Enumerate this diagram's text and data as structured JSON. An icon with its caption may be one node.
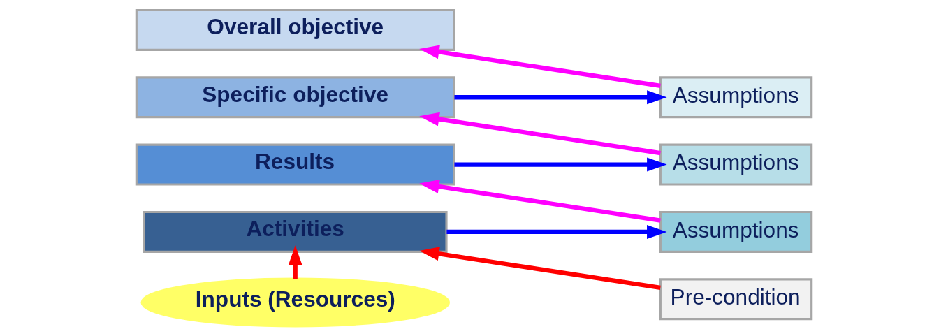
{
  "diagram": {
    "nodes": [
      {
        "text": [
          "Overall objective"
        ]
      },
      {
        "text": [
          "Specific objective"
        ]
      },
      {
        "text": [
          "Results"
        ]
      },
      {
        "text": [
          "Activities"
        ]
      },
      {
        "text": [
          "Inputs (Resources)"
        ]
      },
      {
        "text": [
          "Assumptions"
        ]
      },
      {
        "text": [
          "Assumptions"
        ]
      },
      {
        "text": [
          "Assumptions"
        ]
      },
      {
        "text": [
          "Pre-condition"
        ]
      }
    ],
    "edges": [
      {
        "from": 5,
        "to": 0,
        "arrow": "to",
        "color": "#ff00ff"
      },
      {
        "from": 1,
        "to": 5,
        "arrow": "to",
        "color": "#0000ff"
      },
      {
        "from": 6,
        "to": 1,
        "arrow": "to",
        "color": "#ff00ff"
      },
      {
        "from": 2,
        "to": 6,
        "arrow": "to",
        "color": "#0000ff"
      },
      {
        "from": 7,
        "to": 2,
        "arrow": "to",
        "color": "#ff00ff"
      },
      {
        "from": 3,
        "to": 7,
        "arrow": "to",
        "color": "#0000ff"
      },
      {
        "from": 8,
        "to": 3,
        "arrow": "to",
        "color": "#ff0000"
      },
      {
        "from": 4,
        "to": 3,
        "arrow": "to",
        "color": "#ff0000"
      }
    ]
  }
}
